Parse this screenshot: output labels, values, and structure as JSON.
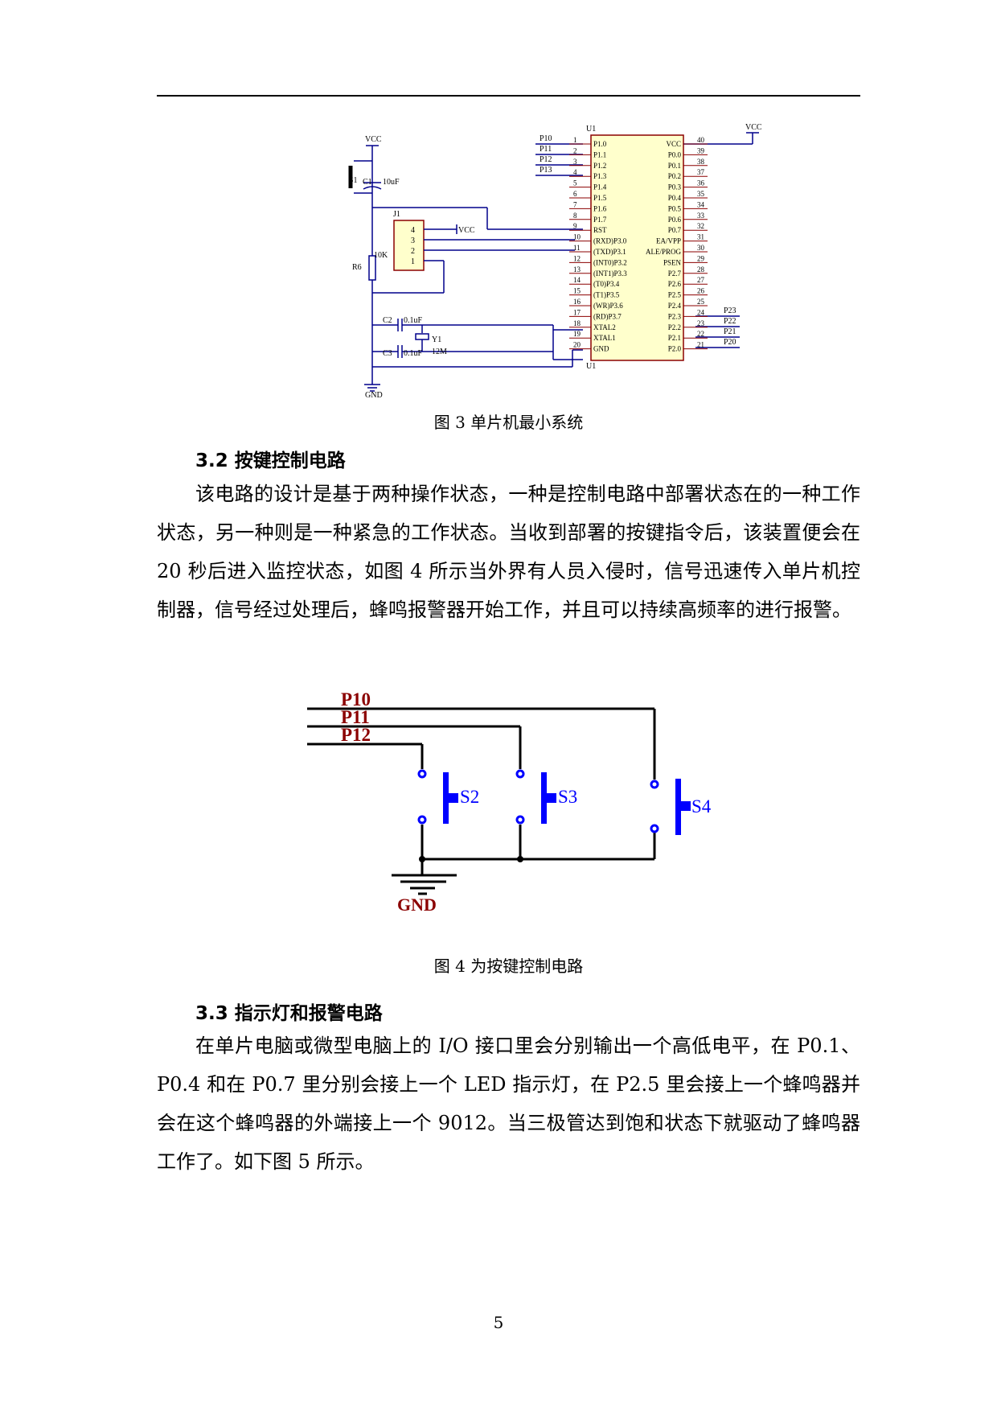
{
  "figure3": {
    "caption": "图 3 单片机最小系统",
    "vcc_label": "VCC",
    "gnd_label": "GND",
    "s1_label": "S1",
    "c1_label": "C1",
    "c1_value": "10uF",
    "r6_label": "R6",
    "r6_value": "10K",
    "j1_label": "J1",
    "j1_pins": [
      "4",
      "3",
      "2",
      "1"
    ],
    "j1_vcc": "VCC",
    "c2_label": "C2",
    "c2_value": "0.1uF",
    "c3_label": "C3",
    "c3_value": "0.1uF",
    "y1_label": "Y1",
    "y1_value": "12M",
    "u1_label": "U1",
    "left_nets": [
      "P10",
      "P11",
      "P12",
      "P13"
    ],
    "left_pin_numbers": [
      "1",
      "2",
      "3",
      "4",
      "5",
      "6",
      "7",
      "8",
      "9",
      "10",
      "11",
      "12",
      "13",
      "14",
      "15",
      "16",
      "17",
      "18",
      "19",
      "20"
    ],
    "left_pin_names": [
      "P1.0",
      "P1.1",
      "P1.2",
      "P1.3",
      "P1.4",
      "P1.5",
      "P1.6",
      "P1.7",
      "RST",
      "(RXD)P3.0",
      "(TXD)P3.1",
      "(INT0)P3.2",
      "(INT1)P3.3",
      "(T0)P3.4",
      "(T1)P3.5",
      "(WR)P3.6",
      "(RD)P3.7",
      "XTAL2",
      "XTAL1",
      "GND"
    ],
    "right_pin_numbers": [
      "40",
      "39",
      "38",
      "37",
      "36",
      "35",
      "34",
      "33",
      "32",
      "31",
      "30",
      "29",
      "28",
      "27",
      "26",
      "25",
      "24",
      "23",
      "22",
      "21"
    ],
    "right_pin_names": [
      "VCC",
      "P0.0",
      "P0.1",
      "P0.2",
      "P0.3",
      "P0.4",
      "P0.5",
      "P0.6",
      "P0.7",
      "EA/VPP",
      "ALE/PROG",
      "PSEN",
      "P2.7",
      "P2.6",
      "P2.5",
      "P2.4",
      "P2.3",
      "P2.2",
      "P2.1",
      "P2.0"
    ],
    "right_nets": [
      "P23",
      "P22",
      "P21",
      "P20"
    ]
  },
  "section_3_2": {
    "heading": "3.2 按键控制电路",
    "paragraph": "该电路的设计是基于两种操作状态，一种是控制电路中部署状态在的一种工作状态，另一种则是一种紧急的工作状态。当收到部署的按键指令后，该装置便会在 20 秒后进入监控状态，如图 4 所示当外界有人员入侵时，信号迅速传入单片机控制器，信号经过处理后，蜂鸣报警器开始工作，并且可以持续高频率的进行报警。"
  },
  "figure4": {
    "caption": "图 4 为按键控制电路",
    "net_labels": [
      "P10",
      "P11",
      "P12"
    ],
    "switch_labels": [
      "S2",
      "S3",
      "S4"
    ],
    "gnd_label": "GND",
    "wire_color": "#000000",
    "part_color": "#0000ff",
    "label_color": "#8b0000"
  },
  "section_3_3": {
    "heading": "3.3 指示灯和报警电路",
    "paragraph": "在单片电脑或微型电脑上的 I/O 接口里会分别输出一个高低电平，在 P0.1、P0.4 和在 P0.7 里分别会接上一个 LED 指示灯，在 P2.5 里会接上一个蜂鸣器并会在这个蜂鸣器的外端接上一个 9012。当三极管达到饱和状态下就驱动了蜂鸣器工作了。如下图 5 所示。"
  },
  "page_number": "5"
}
